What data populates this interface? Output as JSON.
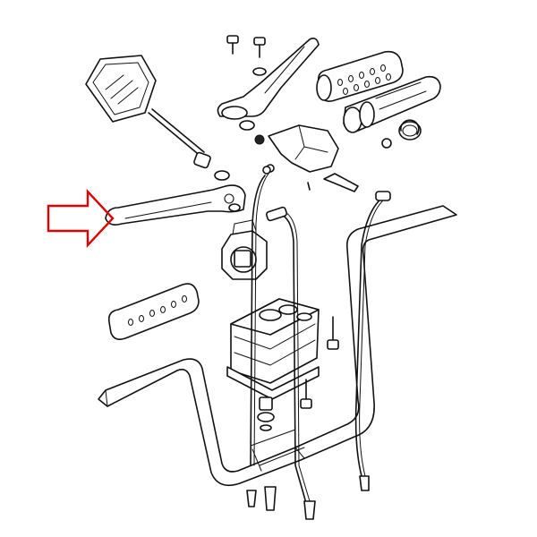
{
  "diagram": {
    "highlight_color": "#e00000",
    "line_color": "#111111",
    "background": "#ffffff",
    "highlighted_part": "clutch-lever",
    "parts": [
      "mirror",
      "clutch-lever",
      "brake-lever",
      "left-grip",
      "throttle-grip",
      "right-grip",
      "left-switch-housing",
      "right-switch-housing",
      "instrument-cluster",
      "handlebar",
      "throttle-cable",
      "clutch-cable",
      "speedometer-cable",
      "bolts",
      "snap-ring"
    ]
  }
}
